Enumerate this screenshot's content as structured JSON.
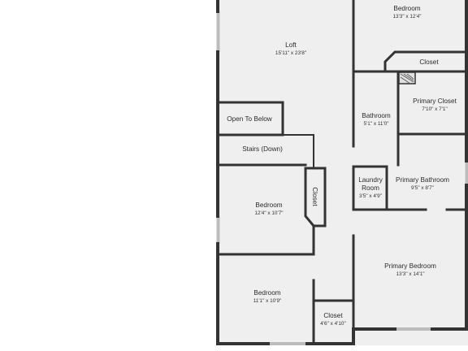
{
  "colors": {
    "wall": "#333333",
    "floor": "#efefef",
    "window": "#bcbcbc",
    "background": "#ffffff"
  },
  "rooms": {
    "bedroom_top": {
      "name": "Bedroom",
      "dims": "13'3\" x 12'4\""
    },
    "closet_top": {
      "name": "Closet"
    },
    "loft": {
      "name": "Loft",
      "dims": "15'11\" x 23'8\""
    },
    "primary_closet": {
      "name": "Primary Closet",
      "dims": "7'10\" x 7'1\""
    },
    "bathroom": {
      "name": "Bathroom",
      "dims": "5'1\" x 11'0\""
    },
    "open_to_below": {
      "name": "Open To Below"
    },
    "stairs": {
      "name": "Stairs (Down)"
    },
    "laundry": {
      "name_line1": "Laundry",
      "name_line2": "Room",
      "dims": "3'5\" x 4'9\""
    },
    "primary_bathroom": {
      "name": "Primary Bathroom",
      "dims": "9'5\" x 8'7\""
    },
    "closet_vertical": {
      "name": "Closet"
    },
    "bedroom_mid": {
      "name": "Bedroom",
      "dims": "12'4\" x 10'7\""
    },
    "primary_bedroom": {
      "name": "Primary Bedroom",
      "dims": "13'3\" x 14'1\""
    },
    "bedroom_bottom": {
      "name": "Bedroom",
      "dims": "11'1\" x 10'9\""
    },
    "closet_bottom": {
      "name": "Closet",
      "dims": "4'6\" x 4'10\""
    }
  }
}
